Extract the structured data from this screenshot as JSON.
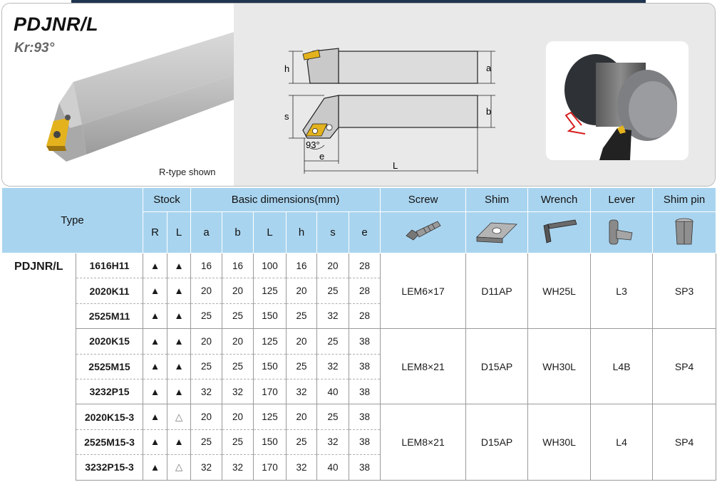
{
  "header": {
    "title": "PDJNR/L",
    "subtitle": "Kr:93°",
    "note": "R-type shown"
  },
  "drawing_labels": {
    "h": "h",
    "a": "a",
    "s": "s",
    "b": "b",
    "angle": "93°",
    "e": "e",
    "L": "L"
  },
  "table": {
    "col_type": "Type",
    "col_stock": "Stock",
    "col_basic": "Basic dimensions(mm)",
    "col_screw": "Screw",
    "col_shim": "Shim",
    "col_wrench": "Wrench",
    "col_lever": "Lever",
    "col_shimpin": "Shim pin",
    "sub": [
      "R",
      "L",
      "a",
      "b",
      "L",
      "h",
      "s",
      "e"
    ],
    "type_name": "PDJNR/L",
    "rows": [
      {
        "model": "1616H11",
        "R": "▲",
        "L": "▲",
        "a": "16",
        "b": "16",
        "Lv": "100",
        "h": "16",
        "s": "20",
        "e": "28"
      },
      {
        "model": "2020K11",
        "R": "▲",
        "L": "▲",
        "a": "20",
        "b": "20",
        "Lv": "125",
        "h": "20",
        "s": "25",
        "e": "28"
      },
      {
        "model": "2525M11",
        "R": "▲",
        "L": "▲",
        "a": "25",
        "b": "25",
        "Lv": "150",
        "h": "25",
        "s": "32",
        "e": "28"
      },
      {
        "model": "2020K15",
        "R": "▲",
        "L": "▲",
        "a": "20",
        "b": "20",
        "Lv": "125",
        "h": "20",
        "s": "25",
        "e": "38"
      },
      {
        "model": "2525M15",
        "R": "▲",
        "L": "▲",
        "a": "25",
        "b": "25",
        "Lv": "150",
        "h": "25",
        "s": "32",
        "e": "38"
      },
      {
        "model": "3232P15",
        "R": "▲",
        "L": "▲",
        "a": "32",
        "b": "32",
        "Lv": "170",
        "h": "32",
        "s": "40",
        "e": "38"
      },
      {
        "model": "2020K15-3",
        "R": "▲",
        "L": "△",
        "a": "20",
        "b": "20",
        "Lv": "125",
        "h": "20",
        "s": "25",
        "e": "38"
      },
      {
        "model": "2525M15-3",
        "R": "▲",
        "L": "▲",
        "a": "25",
        "b": "25",
        "Lv": "150",
        "h": "25",
        "s": "32",
        "e": "38"
      },
      {
        "model": "3232P15-3",
        "R": "▲",
        "L": "△",
        "a": "32",
        "b": "32",
        "Lv": "170",
        "h": "32",
        "s": "40",
        "e": "38"
      }
    ],
    "groups": [
      {
        "screw": "LEM6×17",
        "shim": "D11AP",
        "wrench": "WH25L",
        "lever": "L3",
        "shimpin": "SP3"
      },
      {
        "screw": "LEM8×21",
        "shim": "D15AP",
        "wrench": "WH30L",
        "lever": "L4B",
        "shimpin": "SP4"
      },
      {
        "screw": "LEM8×21",
        "shim": "D15AP",
        "wrench": "WH30L",
        "lever": "L4",
        "shimpin": "SP4"
      }
    ]
  },
  "colors": {
    "header_blue": "#a9d4ef",
    "insert_gold": "#e8b320",
    "accent_dark": "#1f3550"
  }
}
